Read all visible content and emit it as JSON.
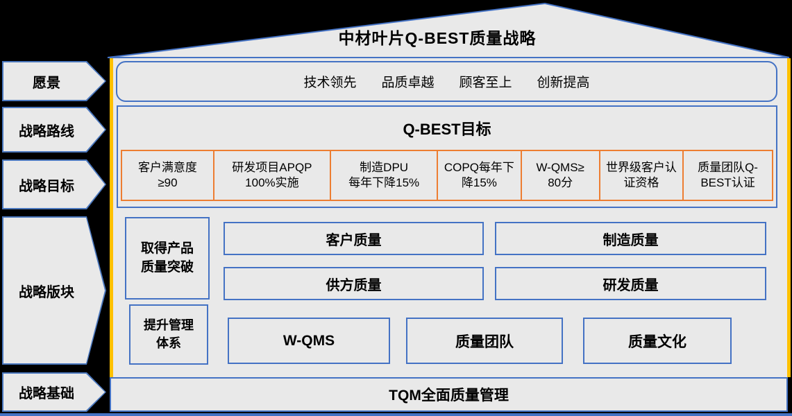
{
  "title": "中材叶片Q-BEST质量战略",
  "side_labels": [
    {
      "label": "愿景"
    },
    {
      "label": "战略路线"
    },
    {
      "label": "战略目标"
    },
    {
      "label": "战略版块"
    },
    {
      "label": "战略基础"
    }
  ],
  "vision": {
    "items": [
      "技术领先",
      "品质卓越",
      "顾客至上",
      "创新提高"
    ]
  },
  "goals": {
    "title": "Q-BEST目标",
    "items": [
      "客户满意度\n≥90",
      "研发项目APQP\n100%实施",
      "制造DPU\n每年下降15%",
      "COPQ每年下\n降15%",
      "W-QMS≥\n80分",
      "世界级客户认\n证资格",
      "质量团队Q-\nBEST认证"
    ]
  },
  "blocks": {
    "breakthrough": "取得产品\n质量突破",
    "customer": "客户质量",
    "manufacturing": "制造质量",
    "supplier": "供方质量",
    "rnd": "研发质量",
    "management": "提升管理\n体系",
    "wqms": "W-QMS",
    "team": "质量团队",
    "culture": "质量文化"
  },
  "foundation": {
    "label": "TQM全面质量管理"
  },
  "colors": {
    "background": "#000000",
    "panel_gray": "#e9e9e9",
    "border_blue": "#4472c4",
    "border_orange": "#ed7d31",
    "accent_gold": "#ffc000",
    "text": "#000000"
  }
}
